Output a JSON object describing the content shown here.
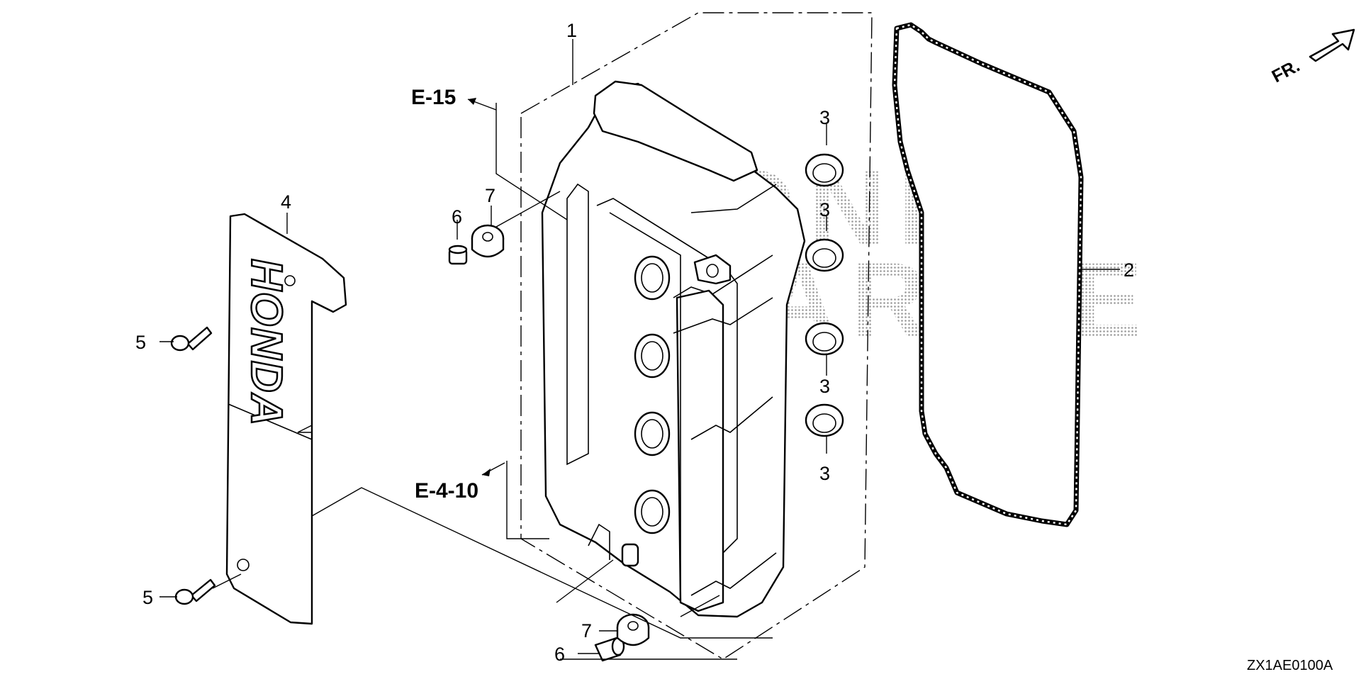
{
  "diagram": {
    "callouts": {
      "c1": "1",
      "c2": "2",
      "c3a": "3",
      "c3b": "3",
      "c3c": "3",
      "c3d": "3",
      "c4": "4",
      "c5a": "5",
      "c5b": "5",
      "c6a": "6",
      "c6b": "6",
      "c7a": "7",
      "c7b": "7"
    },
    "references": {
      "e15": "E-15",
      "e410": "E-4-10"
    },
    "direction_label": "FR.",
    "diagram_code": "ZX1AE0100A",
    "cover_logo": "HONDA",
    "watermark": {
      "line1": "HONDA",
      "line2": "MARINE"
    },
    "colors": {
      "line": "#000000",
      "background": "#ffffff",
      "watermark_dots": "#9a9a9a"
    }
  }
}
